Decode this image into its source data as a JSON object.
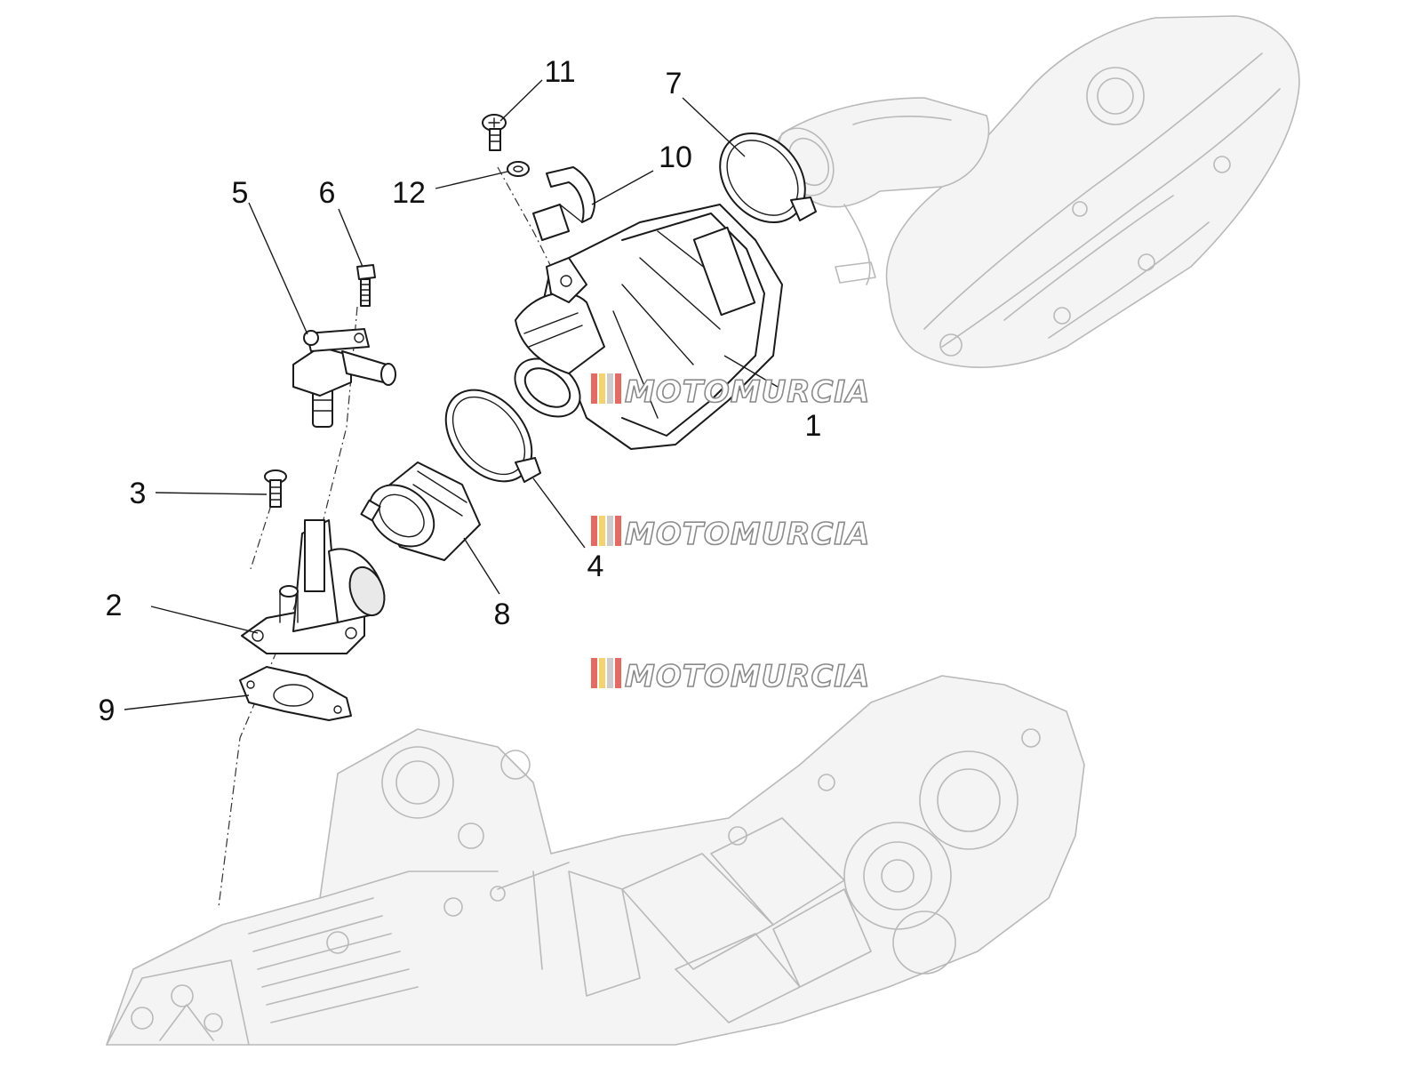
{
  "callouts": [
    {
      "id": "1",
      "label": "1"
    },
    {
      "id": "2",
      "label": "2"
    },
    {
      "id": "3",
      "label": "3"
    },
    {
      "id": "4",
      "label": "4"
    },
    {
      "id": "5",
      "label": "5"
    },
    {
      "id": "6",
      "label": "6"
    },
    {
      "id": "7",
      "label": "7"
    },
    {
      "id": "8",
      "label": "8"
    },
    {
      "id": "9",
      "label": "9"
    },
    {
      "id": "10",
      "label": "10"
    },
    {
      "id": "11",
      "label": "11"
    },
    {
      "id": "12",
      "label": "12"
    }
  ],
  "watermark": {
    "text": "MOTOMURCIA",
    "stripe_colors": [
      "#e0453a",
      "#f2c94c",
      "#bfbfbf",
      "#e0453a"
    ]
  }
}
